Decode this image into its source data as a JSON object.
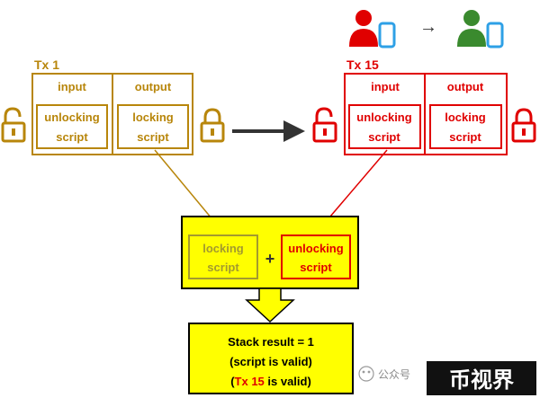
{
  "colors": {
    "tx1": "#b8860b",
    "tx15": "#e00000",
    "highlight": "#ffff00",
    "arrow_dark": "#333333",
    "user_red": "#e00000",
    "user_green": "#3a8a2e",
    "phone_blue": "#2ea0e6",
    "locking_inner": "#a39a2e",
    "result_outline": "#7a7a00"
  },
  "tx1": {
    "title": "Tx 1",
    "input_label": "input",
    "output_label": "output",
    "unlocking_line1": "unlocking",
    "unlocking_line2": "script",
    "locking_line1": "locking",
    "locking_line2": "script"
  },
  "tx15": {
    "title": "Tx 15",
    "input_label": "input",
    "output_label": "output",
    "unlocking_line1": "unlocking",
    "unlocking_line2": "script",
    "locking_line1": "locking",
    "locking_line2": "script"
  },
  "users": {
    "arrow": "→"
  },
  "combine": {
    "locking_line1": "locking",
    "locking_line2": "script",
    "plus": "+",
    "unlocking_line1": "unlocking",
    "unlocking_line2": "script"
  },
  "result": {
    "line1": "Stack result = 1",
    "line2": "(script is valid)",
    "line3_open": "(",
    "line3_tx": "Tx 15",
    "line3_rest": " is valid)"
  },
  "watermark": {
    "small": "公众号",
    "brand": "币视界"
  }
}
